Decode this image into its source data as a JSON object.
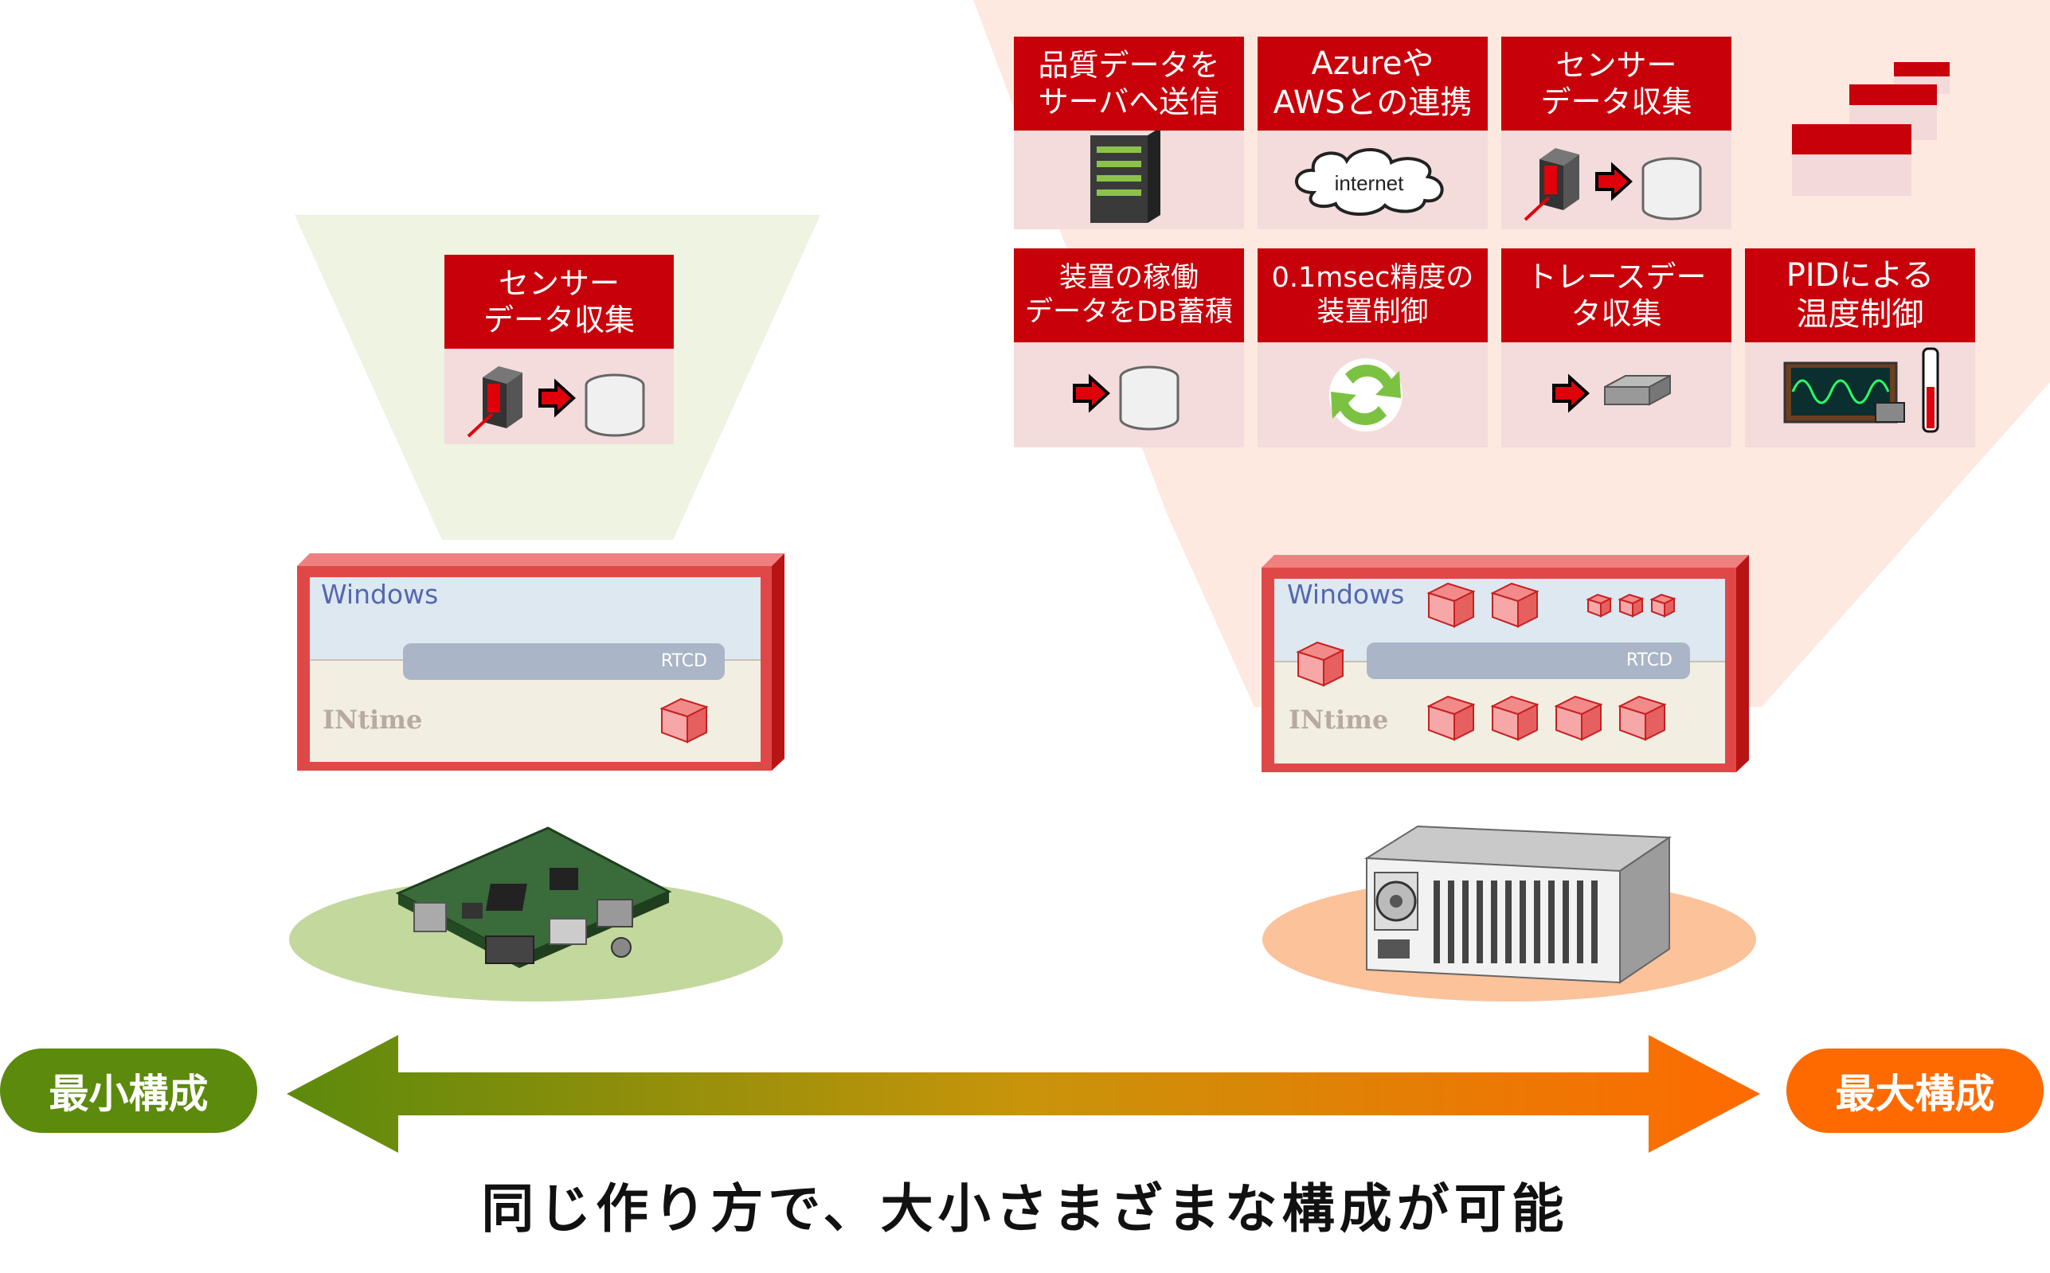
{
  "small_config": {
    "card": {
      "title": "センサー\nデータ収集"
    },
    "board": {
      "os_label": "Windows",
      "rtcd_label": "RTCD",
      "rtos_label": "INtime"
    }
  },
  "large_config": {
    "cards": [
      {
        "title": "品質データを\nサーバへ送信",
        "icon": "server-icon"
      },
      {
        "title": "Azureや\nAWSとの連携",
        "icon": "cloud-icon",
        "icon_text": "internet"
      },
      {
        "title": "センサー\nデータ収集",
        "icon": "sensor-to-db-icon"
      },
      {
        "title": "装置の稼働\nデータをDB蓄積",
        "icon": "arrow-to-db-icon"
      },
      {
        "title": "0.1msec精度の\n装置制御",
        "icon": "cycle-icon"
      },
      {
        "title": "トレースデー\nタ収集",
        "icon": "arrow-to-block-icon"
      },
      {
        "title": "PIDによる\n温度制御",
        "icon": "oscilloscope-icon"
      }
    ],
    "board": {
      "os_label": "Windows",
      "rtcd_label": "RTCD",
      "rtos_label": "INtime"
    }
  },
  "scale": {
    "min_label": "最小構成",
    "max_label": "最大構成",
    "min_color": "#5c8a0c",
    "max_color": "#ff6a00"
  },
  "tagline": "同じ作り方で、大小さまざまな構成が可能"
}
